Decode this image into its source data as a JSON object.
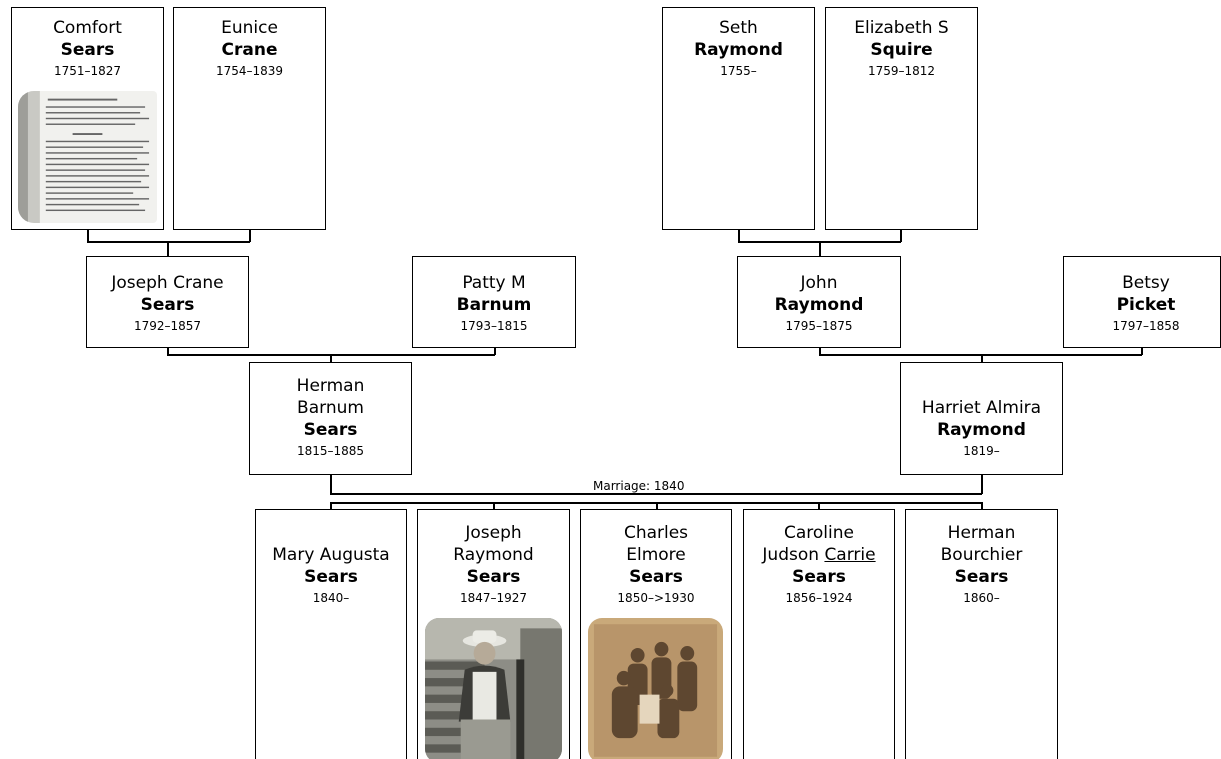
{
  "people": {
    "comfort": {
      "given": "Comfort",
      "surname": "Sears",
      "dates": "1751–1827"
    },
    "eunice": {
      "given": "Eunice",
      "surname": "Crane",
      "dates": "1754–1839"
    },
    "seth": {
      "given": "Seth",
      "surname": "Raymond",
      "dates": "1755–"
    },
    "elizabeth": {
      "given": "Elizabeth S",
      "surname": "Squire",
      "dates": "1759–1812"
    },
    "joseph_crane": {
      "given": "Joseph Crane",
      "surname": "Sears",
      "dates": "1792–1857"
    },
    "patty": {
      "given": "Patty M",
      "surname": "Barnum",
      "dates": "1793–1815"
    },
    "john": {
      "given": "John",
      "surname": "Raymond",
      "dates": "1795–1875"
    },
    "betsy": {
      "given": "Betsy",
      "surname": "Picket",
      "dates": "1797–1858"
    },
    "herman": {
      "given_line1": "Herman",
      "given_line2": "Barnum",
      "surname": "Sears",
      "dates": "1815–1885"
    },
    "harriet": {
      "given": "Harriet Almira",
      "surname": "Raymond",
      "dates": "1819–"
    }
  },
  "marriage_label": "Marriage: 1840",
  "children": [
    {
      "given_line1": "",
      "given_line2": "Mary Augusta",
      "surname": "Sears",
      "dates": "1840–",
      "nickname": ""
    },
    {
      "given_line1": "Joseph",
      "given_line2": "Raymond",
      "surname": "Sears",
      "dates": "1847–1927",
      "nickname": ""
    },
    {
      "given_line1": "Charles",
      "given_line2": "Elmore",
      "surname": "Sears",
      "dates": "1850–>1930",
      "nickname": ""
    },
    {
      "given_line1": "Caroline",
      "given_line2": "Judson",
      "surname": "Sears",
      "dates": "1856–1924",
      "nickname": "Carrie"
    },
    {
      "given_line1": "Herman",
      "given_line2": "Bourchier",
      "surname": "Sears",
      "dates": "1860–",
      "nickname": ""
    }
  ],
  "photos": {
    "comfort": "document-photo",
    "joseph_raymond": "portrait-photo",
    "charles_elmore": "family-photo"
  }
}
